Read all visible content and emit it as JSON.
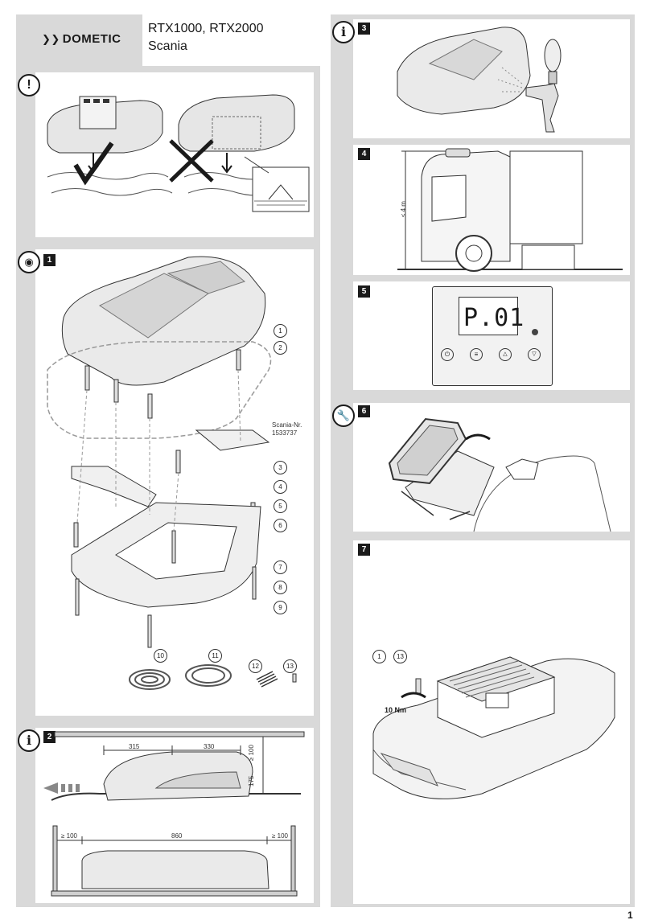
{
  "header": {
    "brand": "DOMETIC",
    "model": "RTX1000, RTX2000",
    "variant": "Scania"
  },
  "warning_panel": {
    "icon": "exclamation-icon"
  },
  "step1": {
    "badge": "1",
    "icon": "eye-icon",
    "scania_label_line1": "Scania-Nr.",
    "scania_label_line2": "1533737",
    "callouts": [
      "1",
      "2",
      "3",
      "4",
      "5",
      "6",
      "7",
      "8",
      "9",
      "10",
      "11",
      "12",
      "13"
    ]
  },
  "step2": {
    "badge": "2",
    "icon": "info-icon",
    "dim_left": "315",
    "dim_right": "330",
    "dim_height_top": "≥ 100",
    "dim_height": "175",
    "dim_side_left": "≥ 100",
    "dim_width": "860",
    "dim_side_right": "≥ 100"
  },
  "step3": {
    "badge": "3",
    "icon": "info-icon"
  },
  "step4": {
    "badge": "4",
    "height_label": "≤ 4 m"
  },
  "step5": {
    "badge": "5",
    "display": "P.01"
  },
  "step6": {
    "badge": "6",
    "icon": "wrench-icon"
  },
  "step7": {
    "badge": "7",
    "torque": "10 Nm",
    "callout_a": "1",
    "callout_b": "13"
  },
  "page_number": "1"
}
